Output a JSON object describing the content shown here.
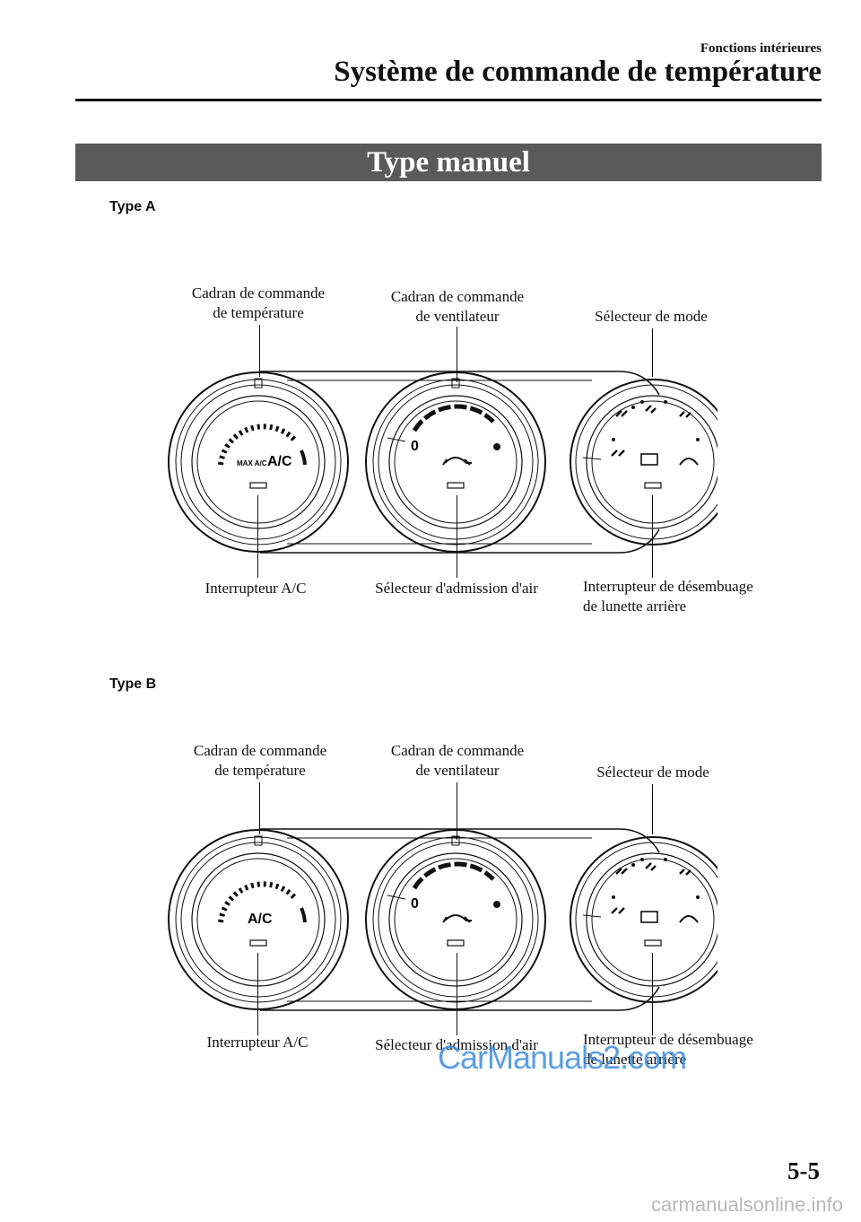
{
  "header": {
    "section": "Fonctions intérieures",
    "title": "Système de commande de température"
  },
  "banner": {
    "title": "Type manuel"
  },
  "type_a": {
    "label": "Type A",
    "callouts": {
      "temp_dial_line1": "Cadran de commande",
      "temp_dial_line2": "de température",
      "fan_dial_line1": "Cadran de commande",
      "fan_dial_line2": "de ventilateur",
      "mode_selector": "Sélecteur de mode",
      "ac_switch": "Interrupteur A/C",
      "air_intake": "Sélecteur d'admission d'air",
      "defrost_line1": "Interrupteur de désembuage",
      "defrost_line2": "de lunette arrière"
    },
    "dial_text": {
      "max_ac": "MAX A/C",
      "ac": "A/C",
      "fan_zero": "0"
    }
  },
  "type_b": {
    "label": "Type B",
    "callouts": {
      "temp_dial_line1": "Cadran de commande",
      "temp_dial_line2": "de température",
      "fan_dial_line1": "Cadran de commande",
      "fan_dial_line2": "de ventilateur",
      "mode_selector": "Sélecteur de mode",
      "ac_switch": "Interrupteur A/C",
      "air_intake": "Sélecteur d'admission d'air",
      "defrost_line1": "Interrupteur de désembuage",
      "defrost_line2": "de lunette arrière"
    },
    "dial_text": {
      "ac": "A/C",
      "fan_zero": "0"
    }
  },
  "watermark": "CarManuals2.com",
  "page_number": "5-5",
  "footer_watermark": "carmanualsonline.info",
  "icons": [
    "fan-icon",
    "recirculation-car-icon",
    "face-vent-icon",
    "bi-level-vent-icon",
    "foot-vent-icon",
    "windshield-defrost-icon",
    "rear-defrost-icon"
  ]
}
